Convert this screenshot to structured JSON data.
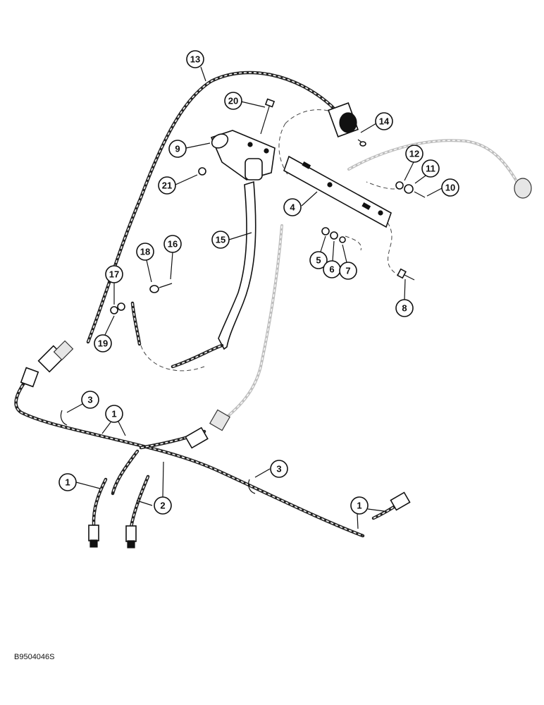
{
  "callouts": [
    {
      "id": "c13",
      "label": "13"
    },
    {
      "id": "c20",
      "label": "20"
    },
    {
      "id": "c14",
      "label": "14"
    },
    {
      "id": "c9",
      "label": "9"
    },
    {
      "id": "c12",
      "label": "12"
    },
    {
      "id": "c11",
      "label": "11"
    },
    {
      "id": "c10",
      "label": "10"
    },
    {
      "id": "c21",
      "label": "21"
    },
    {
      "id": "c4",
      "label": "4"
    },
    {
      "id": "c15",
      "label": "15"
    },
    {
      "id": "c18",
      "label": "18"
    },
    {
      "id": "c16",
      "label": "16"
    },
    {
      "id": "c5",
      "label": "5"
    },
    {
      "id": "c6",
      "label": "6"
    },
    {
      "id": "c7",
      "label": "7"
    },
    {
      "id": "c17",
      "label": "17"
    },
    {
      "id": "c8",
      "label": "8"
    },
    {
      "id": "c19",
      "label": "19"
    },
    {
      "id": "c3a",
      "label": "3"
    },
    {
      "id": "c1a",
      "label": "1"
    },
    {
      "id": "c3b",
      "label": "3"
    },
    {
      "id": "c1b",
      "label": "1"
    },
    {
      "id": "c2",
      "label": "2"
    },
    {
      "id": "c1c",
      "label": "1"
    }
  ],
  "drawing_code": "B9504046S"
}
